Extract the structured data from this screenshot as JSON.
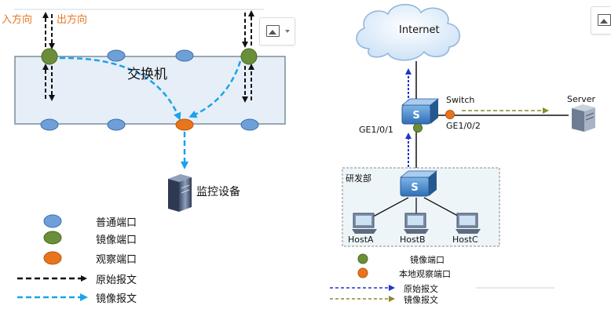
{
  "left": {
    "in_direction": "入方向",
    "out_direction": "出方向",
    "switch_label": "交换机",
    "monitor_label": "监控设备",
    "legend": {
      "normal_port": "普通端口",
      "mirror_port": "镜像端口",
      "observe_port": "观察端口",
      "original_packet": "原始报文",
      "mirror_packet": "镜像报文"
    }
  },
  "right": {
    "internet": "Internet",
    "switch": "Switch",
    "server": "Server",
    "port_ge101": "GE1/0/1",
    "port_ge102": "GE1/0/2",
    "rd_dept": "研发部",
    "hosts": [
      "HostA",
      "HostB",
      "HostC"
    ],
    "legend": {
      "mirror_port": "镜像端口",
      "local_observe_port": "本地观察端口",
      "original_packet": "原始报文",
      "mirror_packet": "镜像报文"
    }
  },
  "colors": {
    "normal_port": "#6f9fd8",
    "mirror_port": "#6b8e3a",
    "observe_port": "#e8741c",
    "mirror_arrow": "#1aa3e8",
    "orange_text": "#e87722",
    "switch_fill": "#e6eef8",
    "rd_fill": "#eef5f8"
  },
  "icons": [
    "image-insert-icon",
    "server-icon",
    "switch-icon",
    "cloud-icon",
    "pc-icon"
  ]
}
